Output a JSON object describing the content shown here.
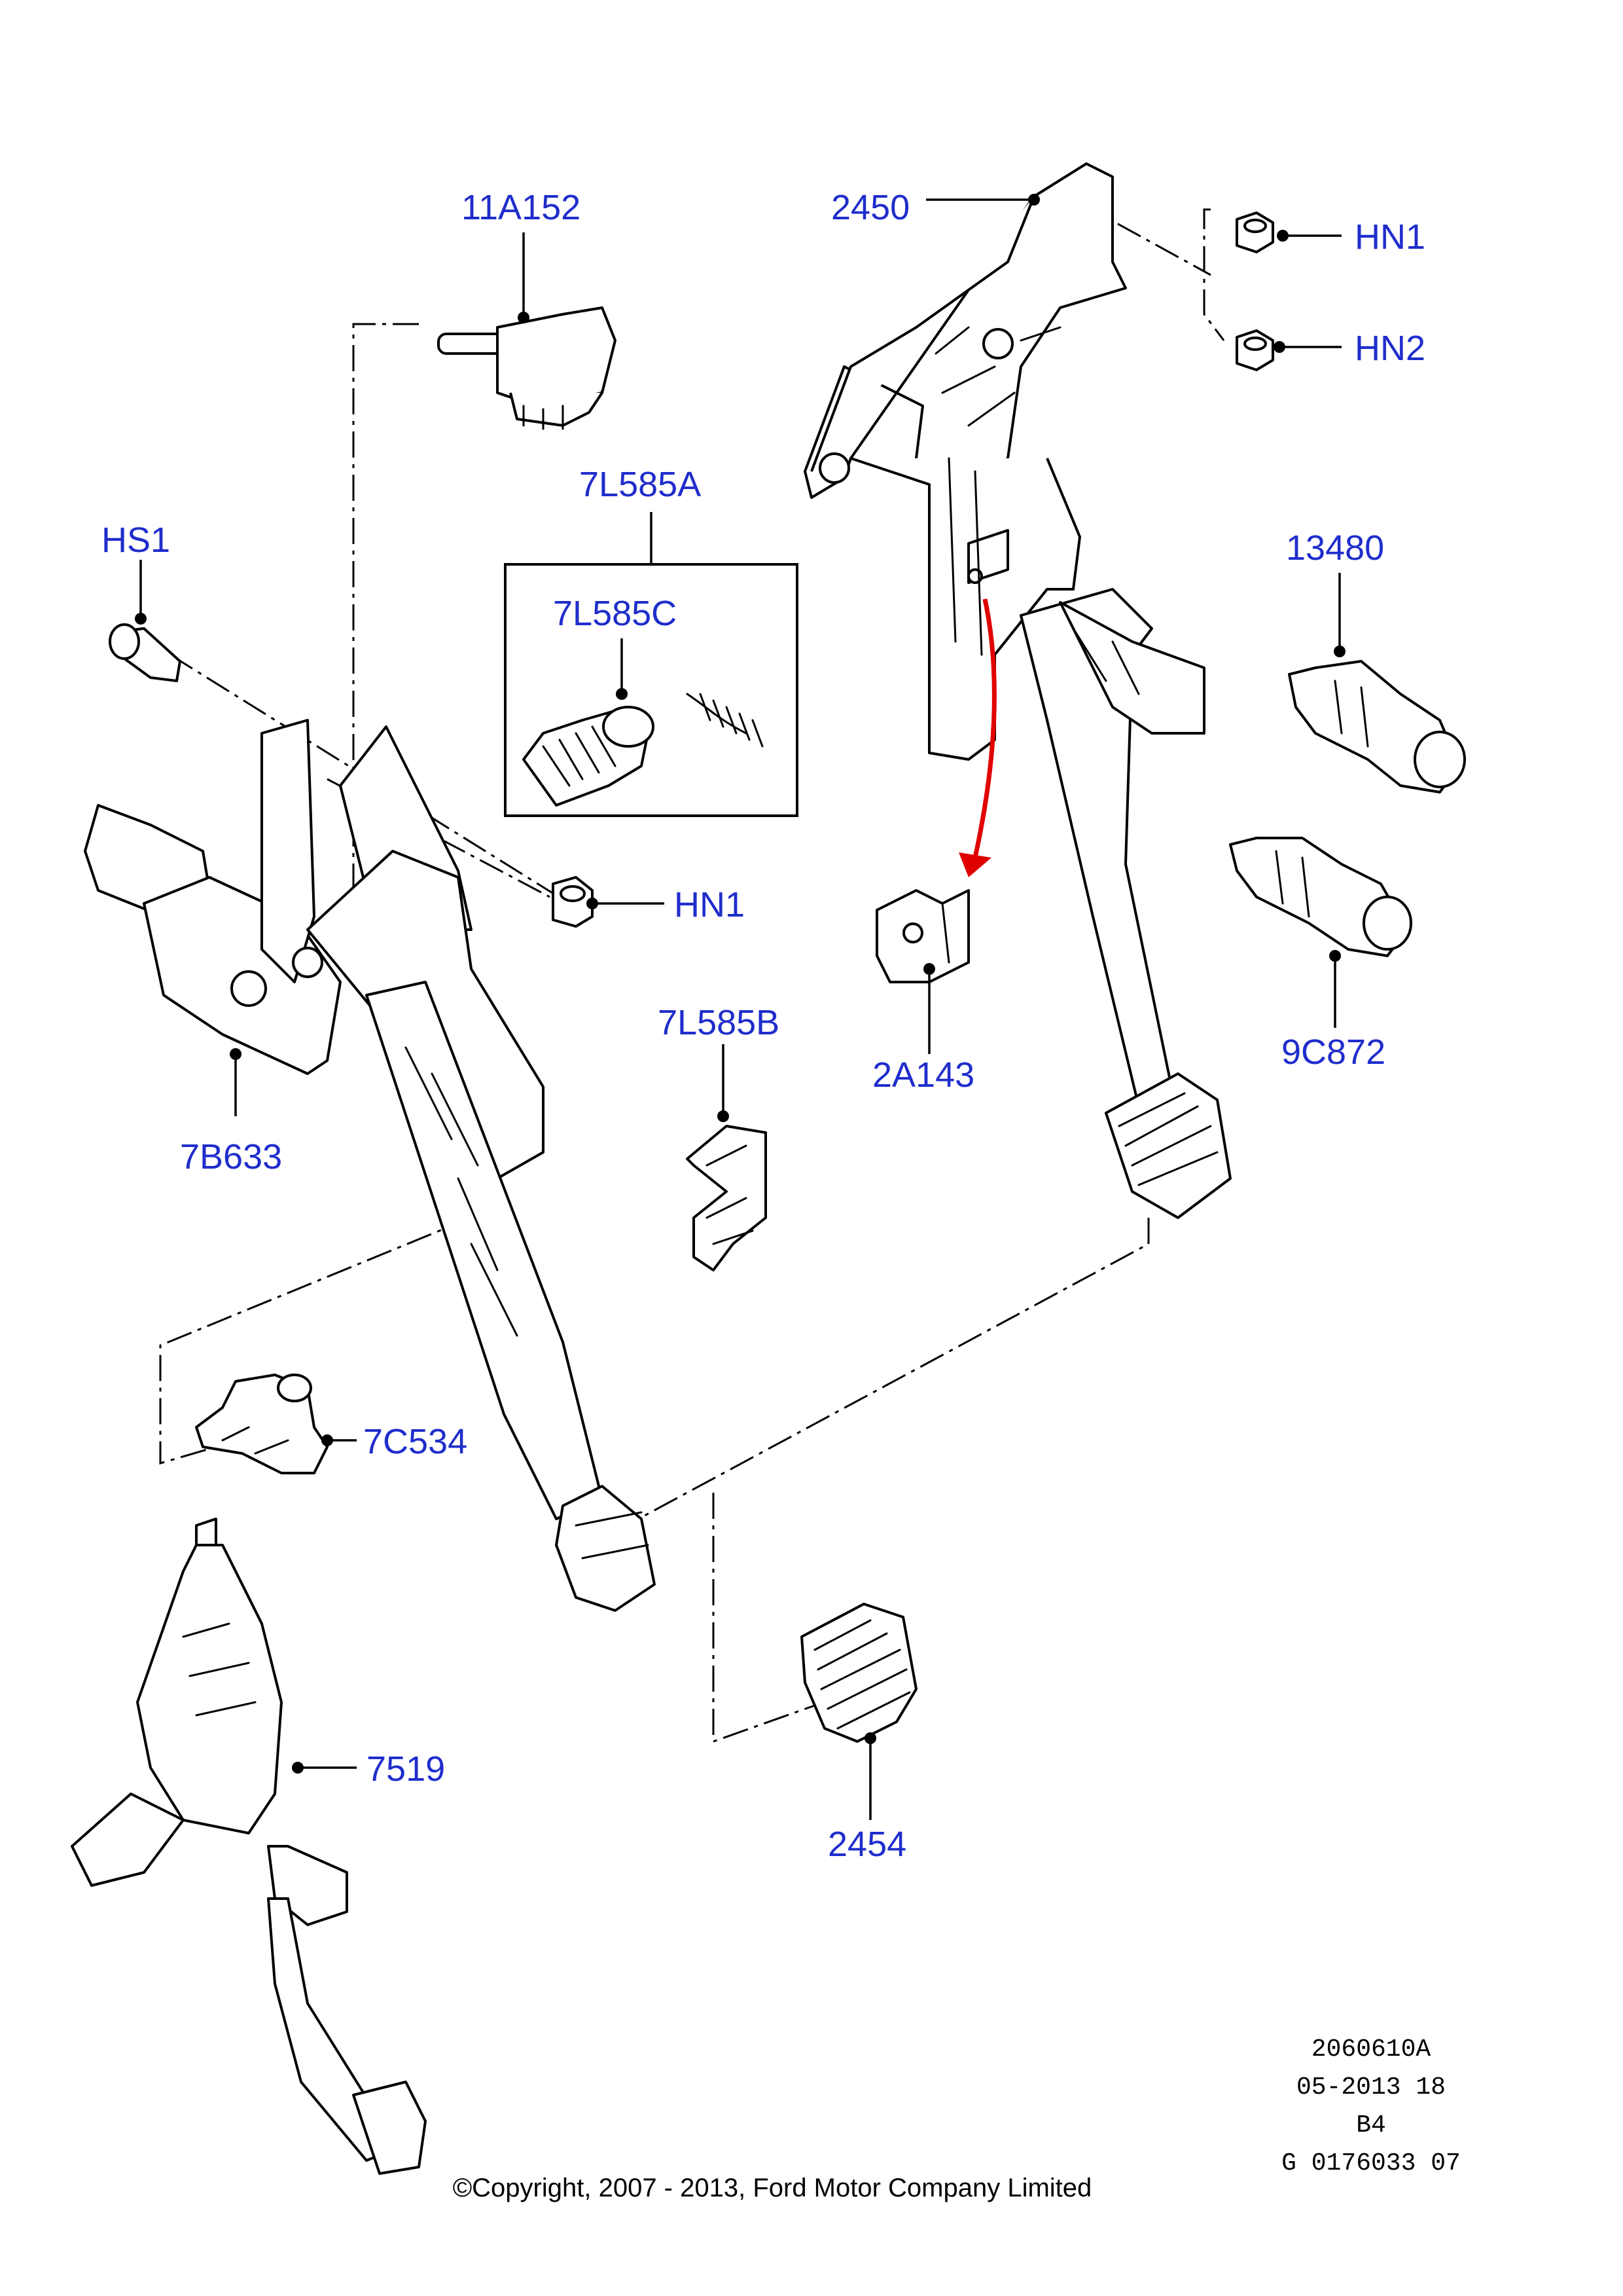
{
  "callouts": {
    "c_11A152": "11A152",
    "c_2450": "2450",
    "c_HN1_top": "HN1",
    "c_HN2": "HN2",
    "c_7L585A": "7L585A",
    "c_7L585C": "7L585C",
    "c_HS1": "HS1",
    "c_HN1_mid": "HN1",
    "c_13480": "13480",
    "c_7L585B": "7L585B",
    "c_2A143": "2A143",
    "c_9C872": "9C872",
    "c_7B633": "7B633",
    "c_7C534": "7C534",
    "c_7519": "7519",
    "c_2454": "2454"
  },
  "reference": {
    "line1": "2060610A",
    "line2": "05-2013 18",
    "line3": "B4",
    "line4": "G 0176033 07"
  },
  "copyright": "©Copyright, 2007 - 2013, Ford Motor Company Limited",
  "colors": {
    "label": "#1f2dcc",
    "arrow": "#e00000",
    "linework": "#000000"
  }
}
